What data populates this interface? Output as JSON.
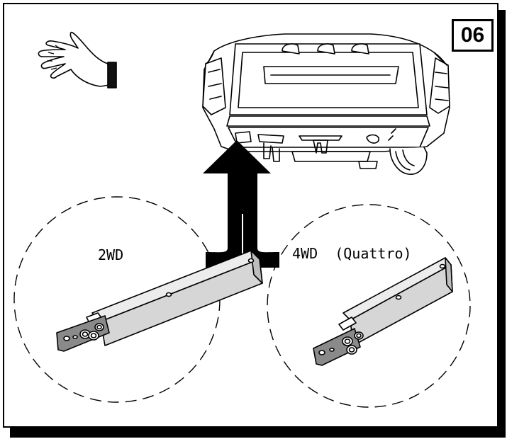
{
  "step": {
    "number": "06"
  },
  "variants": [
    {
      "label": "2WD"
    },
    {
      "label": "4WD  (Quattro)"
    }
  ],
  "icons": {
    "hand": "hand-glove-icon",
    "arrow": "fork-arrow-icon"
  },
  "colors": {
    "ink": "#000000",
    "part_fill": "#d9d9d9",
    "plate_fill": "#8a8a8a",
    "paper": "#ffffff"
  }
}
